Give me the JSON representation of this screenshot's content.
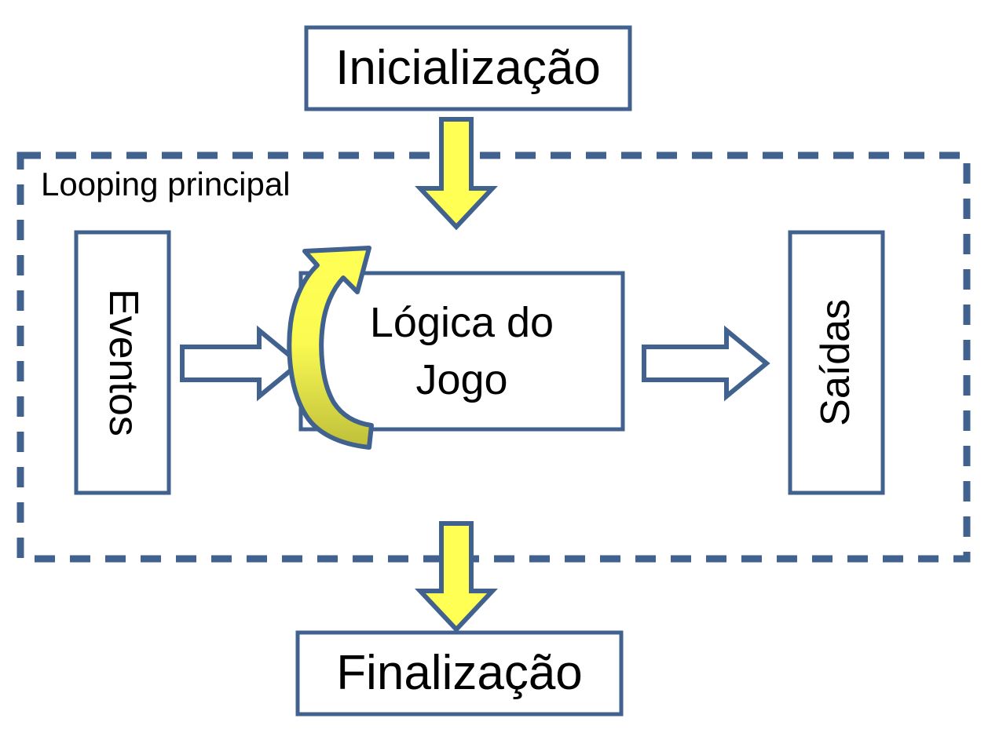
{
  "diagram": {
    "title": "Game loop architecture diagram",
    "language": "pt-BR",
    "colors": {
      "stroke_blue": "#41628E",
      "arrow_yellow": "#FFFF54",
      "arrow_yellow_dark": "#C8C83C",
      "box_fill": "#FFFFFF",
      "text": "#000000",
      "background": "#FFFFFF"
    },
    "nodes": {
      "initialization": {
        "label": "Inicialização"
      },
      "loop_container": {
        "label": "Looping principal"
      },
      "events": {
        "label": "Eventos"
      },
      "game_logic": {
        "label": "Lógica do\nJogo"
      },
      "outputs": {
        "label": "Saídas"
      },
      "finalization": {
        "label": "Finalização"
      }
    },
    "connectors": {
      "init_to_loop": {
        "name": "down-arrow-yellow",
        "style": "yellow block arrow pointing down"
      },
      "events_to_logic": {
        "name": "right-arrow-outline",
        "style": "white block arrow pointing right"
      },
      "logic_to_outputs": {
        "name": "right-arrow-outline",
        "style": "white block arrow pointing right"
      },
      "logic_self_loop": {
        "name": "circular-arrow-yellow",
        "style": "yellow curved loop arrow"
      },
      "loop_to_finalization": {
        "name": "down-arrow-yellow",
        "style": "yellow block arrow pointing down"
      }
    }
  }
}
